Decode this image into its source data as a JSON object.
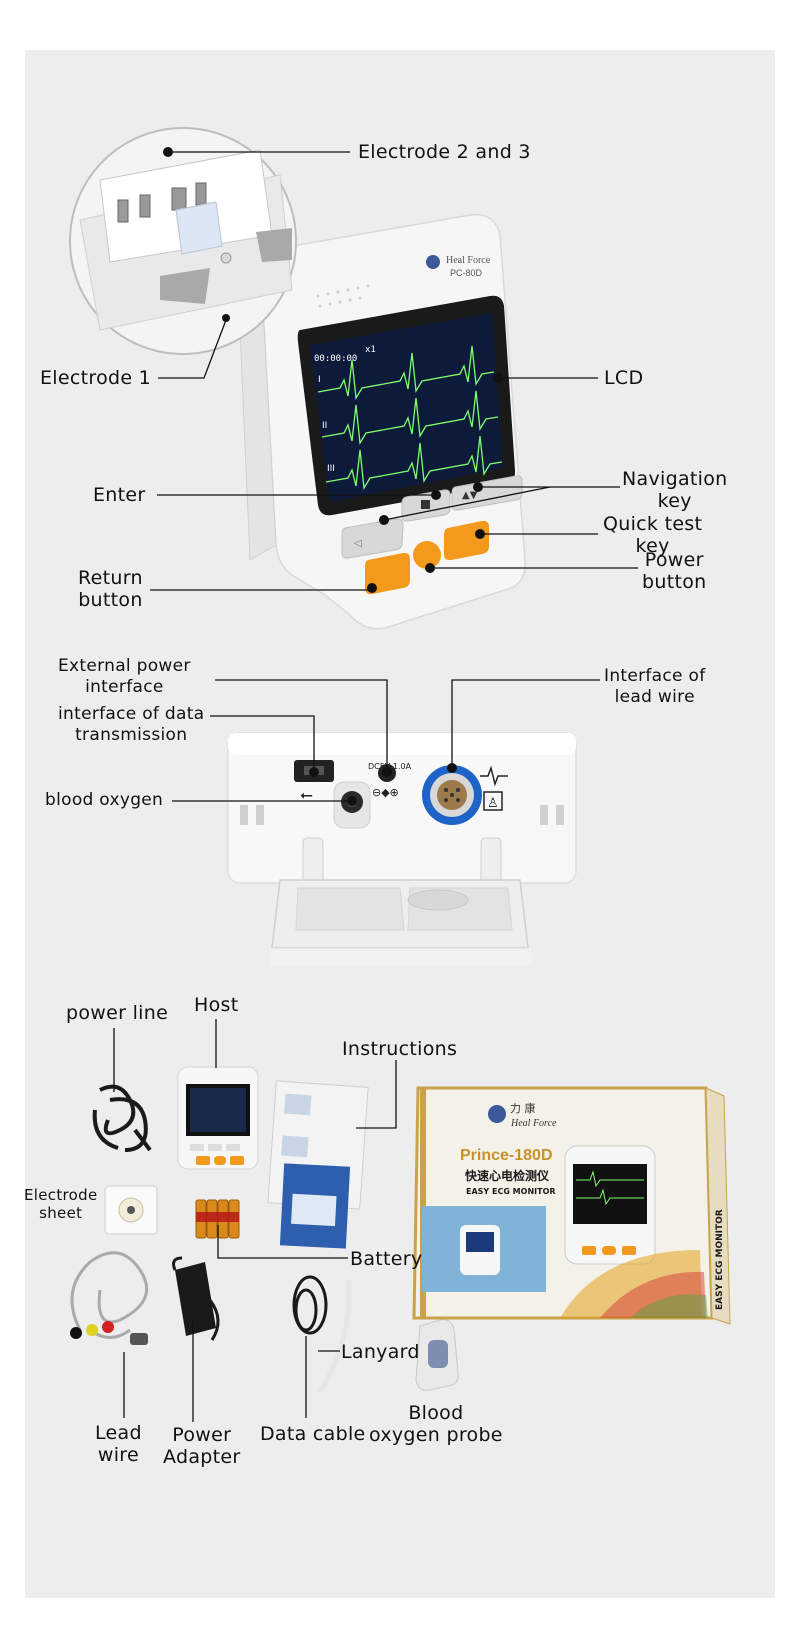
{
  "section1": {
    "electrode_2_3": "Electrode 2 and 3",
    "electrode_1": "Electrode 1",
    "lcd": "LCD",
    "enter": "Enter",
    "navigation_key": "Navigation\nkey",
    "quick_test_key": "Quick test\nkey",
    "power_button": "Power\nbutton",
    "return_button": "Return\nbutton",
    "device_brand": "Heal Force",
    "device_model": "PC-80D",
    "screen_time": "00:00:00",
    "screen_gain": "x1",
    "lead_labels": [
      "I",
      "II",
      "III"
    ]
  },
  "section2": {
    "external_power": "External power\ninterface",
    "data_interface": "interface of data\ntransmission",
    "blood_oxygen": "blood oxygen",
    "lead_wire_interface": "Interface of\nlead wire",
    "dc_text": "DC5V 1.0A"
  },
  "section3": {
    "power_line": "power line",
    "host": "Host",
    "instructions": "Instructions",
    "electrode_sheet": "Electrode\nsheet",
    "battery": "Battery",
    "lanyard": "Lanyard",
    "lead_wire": "Lead\nwire",
    "power_adapter": "Power\nAdapter",
    "data_cable": "Data cable",
    "blood_oxygen_probe": "Blood\noxygen probe",
    "box_title": "Prince-180D",
    "box_chinese": "快速心电检测仪",
    "box_subtitle": "EASY ECG MONITOR",
    "box_side": "EASY ECG MONITOR",
    "box_brand": "Heal Force",
    "box_brand_cn": "力 康"
  },
  "colors": {
    "panel": "#ededed",
    "device_white": "#f7f7f7",
    "orange": "#f39a1c",
    "screen_bg": "#0e1a3a",
    "ecg_trace": "#7dff6b",
    "connector_blue": "#1e64c8"
  }
}
